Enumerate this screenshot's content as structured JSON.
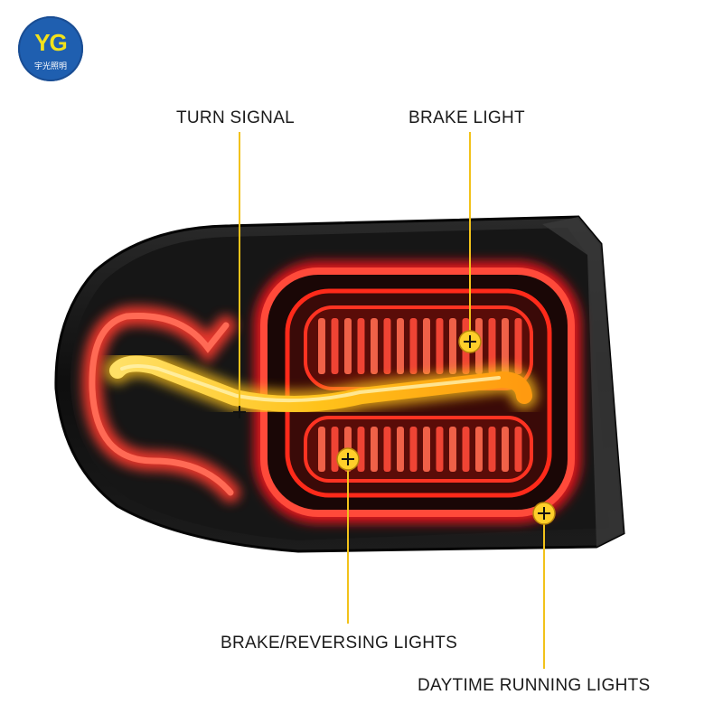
{
  "logo": {
    "mark": "YG",
    "text": "宇光照明",
    "colors": {
      "background": "#1f5fb0",
      "mark": "#f2e21a"
    }
  },
  "callouts": [
    {
      "id": "turn-signal",
      "label": "TURN SIGNAL"
    },
    {
      "id": "brake-light",
      "label": "BRAKE LIGHT"
    },
    {
      "id": "brake-reversing",
      "label": "BRAKE/REVERSING LIGHTS"
    },
    {
      "id": "daytime-running",
      "label": "DAYTIME RUNNING LIGHTS"
    }
  ],
  "colors": {
    "housing": "#121212",
    "led_red": "#e0141a",
    "led_glow": "#ff3a2e",
    "turn_amber": "#ffcf2a",
    "callout_line": "#f2c21a"
  }
}
